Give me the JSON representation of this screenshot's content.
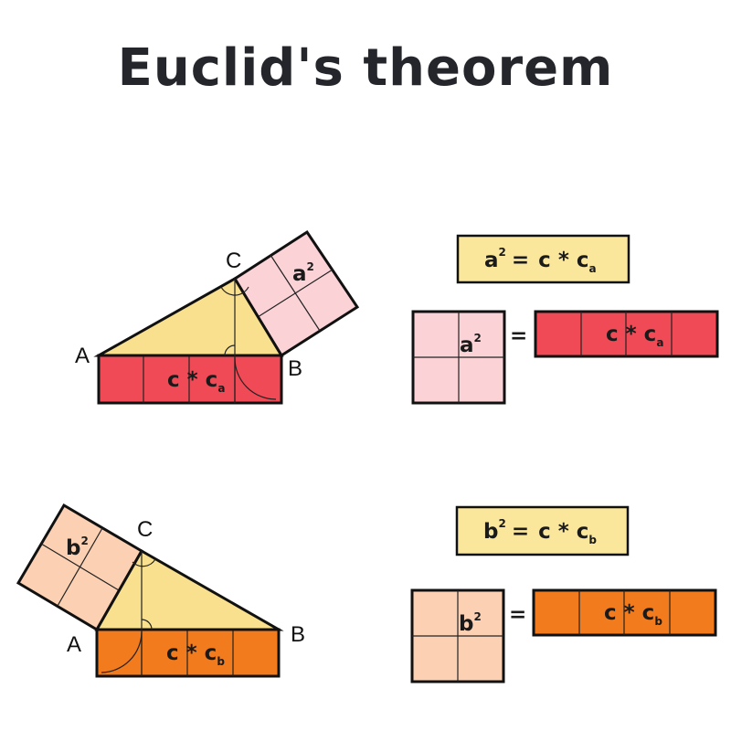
{
  "title": "Euclid's theorem",
  "colors": {
    "triangle": "#f8e08e",
    "square_a": "#fbd3d7",
    "rect_a": "#ef4a55",
    "square_b": "#fbd0b3",
    "rect_b": "#f27b1e",
    "formula_box": "#fbe79c",
    "stroke": "#111111"
  },
  "top_diagram": {
    "vertex_a": "A",
    "vertex_b": "B",
    "vertex_c": "C",
    "square_label": {
      "base": "a",
      "sup": "2"
    },
    "rect_label": {
      "base": "c * c",
      "sub": "a"
    }
  },
  "bottom_diagram": {
    "vertex_a": "A",
    "vertex_b": "B",
    "vertex_c": "C",
    "square_label": {
      "base": "b",
      "sup": "2"
    },
    "rect_label": {
      "base": "c * c",
      "sub": "b"
    }
  },
  "formula_top": {
    "lhs": "a",
    "lhs_sup": "2",
    "eq": "=",
    "rhs": "c * c",
    "rhs_sub": "a",
    "square_label": {
      "base": "a",
      "sup": "2"
    },
    "equals": "=",
    "rect_label": {
      "base": "c * c",
      "sub": "a"
    }
  },
  "formula_bottom": {
    "lhs": "b",
    "lhs_sup": "2",
    "eq": "=",
    "rhs": "c * c",
    "rhs_sub": "b",
    "square_label": {
      "base": "b",
      "sup": "2"
    },
    "equals": "=",
    "rect_label": {
      "base": "c * c",
      "sub": "b"
    }
  }
}
